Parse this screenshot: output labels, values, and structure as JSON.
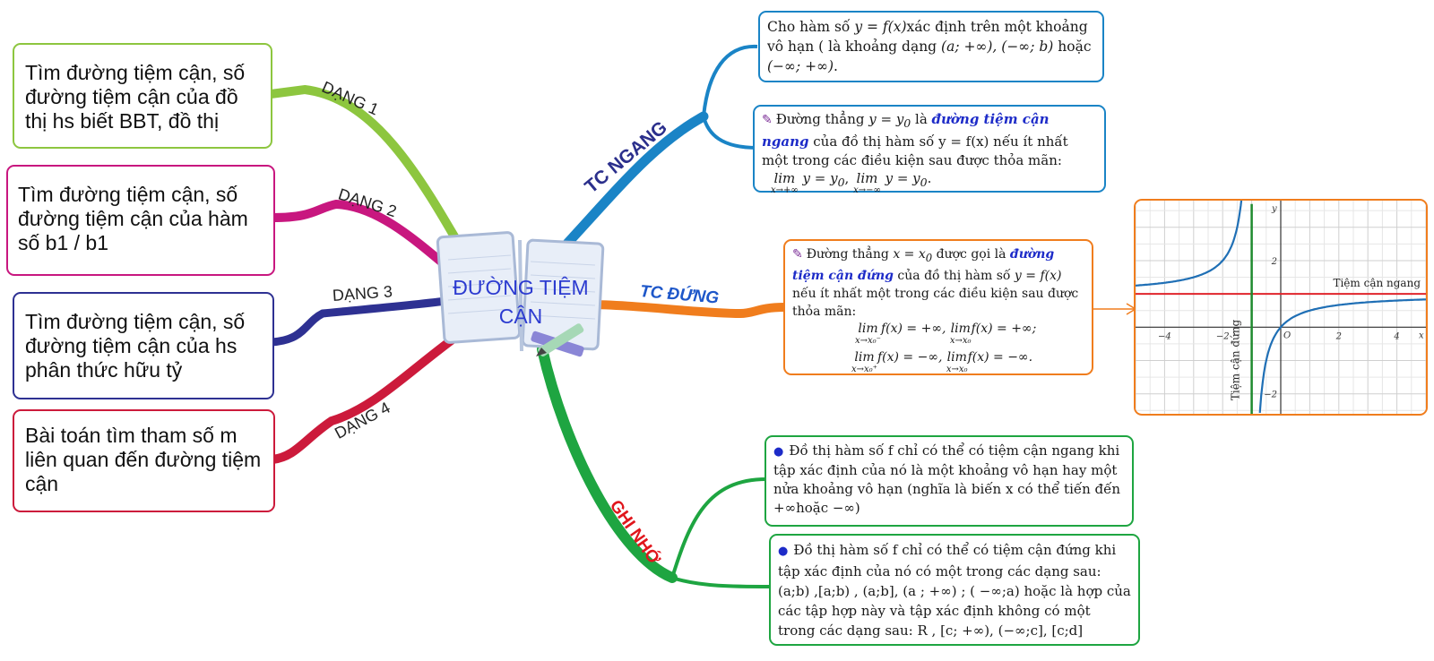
{
  "center": {
    "title": "ĐƯỜNG TIỆM CẬN"
  },
  "left_branches": [
    {
      "label": "DẠNG 1",
      "text": "Tìm đường tiệm cận, số đường tiệm cận của đồ thị hs biết BBT, đồ thị",
      "color": "#8dc63f"
    },
    {
      "label": "DẠNG 2",
      "text": "Tìm đường tiệm cận, số đường tiệm cận của hàm số b1 / b1",
      "color": "#c8177f"
    },
    {
      "label": "DẠNG 3",
      "text": "Tìm đường tiệm cận, số đường tiệm cận của hs phân thức hữu tỷ",
      "color": "#2e3192"
    },
    {
      "label": "DẠNG 4",
      "text": "Bài toán tìm tham số m liên quan đến đường tiệm cận",
      "color": "#cc1a3b"
    }
  ],
  "tc_ngang": {
    "label": "TC NGANG",
    "color": "#1a84c6",
    "box1": {
      "t1": "Cho hàm số ",
      "m1": "y = f(x)",
      "t2": "xác định trên một khoảng vô hạn ( là khoảng dạng ",
      "m2": "(a; +∞), (−∞; b)",
      "t3": " hoặc ",
      "m3": "(−∞; +∞)",
      "t4": "."
    },
    "box2": {
      "icon": "edit-icon",
      "t1": "Đường thẳng ",
      "m1": "y = y",
      "m1sub": "0",
      "t2": " là ",
      "hl": "đường tiệm cận ngang",
      "t3": " của đồ thị hàm số y = f(x) nếu ít nhất một trong các điều kiện sau được thỏa mãn:",
      "lim1_word": "lim",
      "lim1_sub": "x→+∞",
      "lim1_rest": " y =  y",
      "lim1_rest_sub": "0",
      "sep": ",",
      "lim2_word": "lim",
      "lim2_sub": "x→−∞",
      "lim2_rest": " y = y",
      "lim2_rest_sub": "0",
      "end": "."
    }
  },
  "tc_dung": {
    "label": "TC ĐỨNG",
    "color": "#f07d1d",
    "box": {
      "icon": "edit-icon",
      "t1": "Đường thẳng ",
      "m1": "x = x",
      "m1sub": "0",
      "t2": " được  gọi  là ",
      "hl": "đường tiệm cận đứng",
      "t3": " của đồ thị hàm số  ",
      "m2": "y = f(x)",
      "t4": " nếu ít nhất một trong các điều kiện sau được thỏa mãn:",
      "row1": [
        {
          "w": "lim",
          "s": "x→x₀⁻",
          "r": "f(x) = +∞,"
        },
        {
          "w": "lim",
          "s": "x→x₀",
          "r": "f(x) = +∞;"
        }
      ],
      "row2": [
        {
          "w": "lim",
          "s": "x→x₀⁺",
          "r": "f(x) = −∞,"
        },
        {
          "w": "lim",
          "s": "x→x₀",
          "r": "f(x) = −∞."
        }
      ]
    },
    "graph": {
      "ngang_label": "Tiệm cận ngang",
      "dung_label": "Tiệm cận đứng",
      "x_ticks": [
        "−4",
        "−2",
        "2",
        "4"
      ],
      "y_ticks": [
        "2",
        "−2"
      ],
      "axis_x": "x",
      "axis_y": "y",
      "origin": "O",
      "horizontal_asymptote": 1,
      "vertical_asymptote": -1,
      "x_range": [
        -5,
        5
      ],
      "y_range": [
        -2.6,
        3.8
      ]
    }
  },
  "ghi_nho": {
    "label": "GHI NHỚ",
    "color": "#1ea541",
    "box1": "Đồ thị hàm số f chỉ có thể có tiệm cận ngang khi tập xác định của nó là một khoảng vô hạn hay một nửa khoảng vô hạn (nghĩa là biến x có thể tiến đến +∞hoặc  −∞)",
    "box2": "Đồ thị hàm số  f chỉ có thể có tiệm cận đứng khi tập xác định của nó có một trong các dạng sau: (a;b) ,[a;b) , (a;b], (a ; +∞)  ; ( −∞;a) hoặc là hợp của các tập hợp này và tập xác định không có một trong các dạng sau: R , [c; +∞), (−∞;c], [c;d]"
  }
}
